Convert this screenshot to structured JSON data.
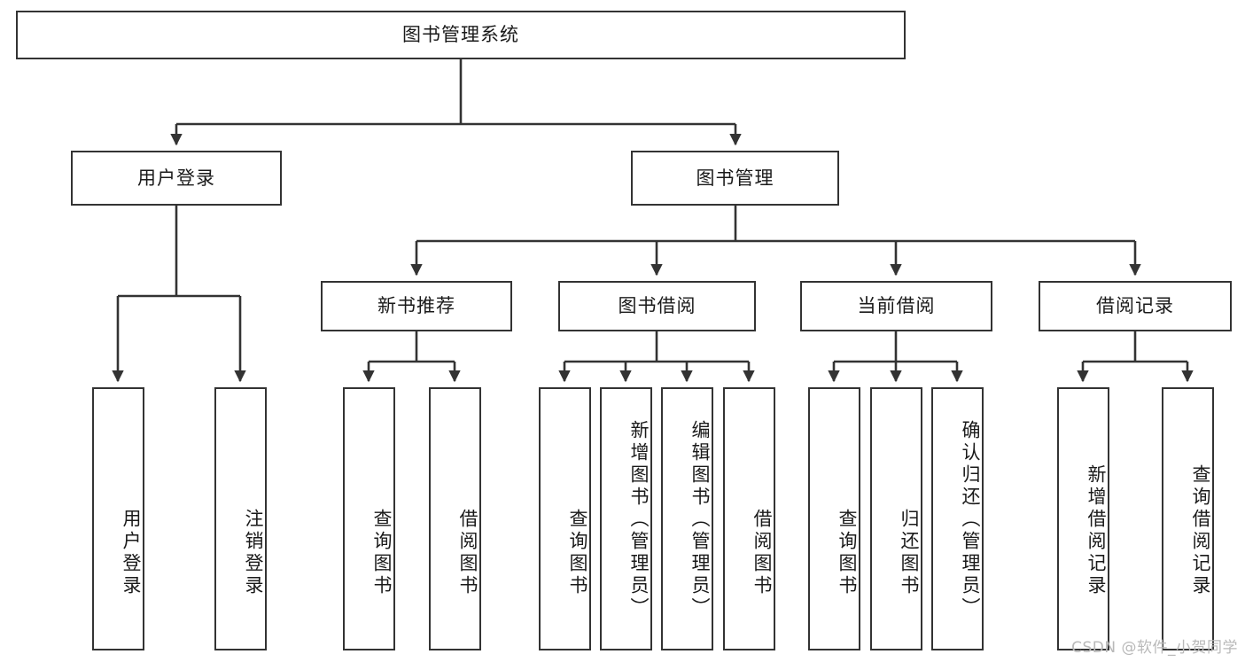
{
  "diagram": {
    "title": "图书管理系统",
    "type": "tree-hierarchy-diagram",
    "watermark": "CSDN @软件_小贺同学",
    "colors": {
      "border": "#333333",
      "background": "#ffffff",
      "text": "#1a1a1a",
      "watermark": "#b9b9b9"
    },
    "nodes": {
      "root": {
        "label": "图书管理系统"
      },
      "level2": [
        {
          "id": "user-login",
          "label": "用户登录"
        },
        {
          "id": "book-manage",
          "label": "图书管理"
        }
      ],
      "level3": [
        {
          "id": "new-book-recommend",
          "label": "新书推荐"
        },
        {
          "id": "book-borrow",
          "label": "图书借阅"
        },
        {
          "id": "current-borrow",
          "label": "当前借阅"
        },
        {
          "id": "borrow-record",
          "label": "借阅记录"
        }
      ],
      "leaves": [
        {
          "id": "leaf-user-login",
          "label": "用户登录",
          "parent": "user-login"
        },
        {
          "id": "leaf-logout-login",
          "label": "注销登录",
          "parent": "user-login"
        },
        {
          "id": "leaf-query-book-1",
          "label": "查询图书",
          "parent": "new-book-recommend"
        },
        {
          "id": "leaf-borrow-book-1",
          "label": "借阅图书",
          "parent": "new-book-recommend"
        },
        {
          "id": "leaf-query-book-2",
          "label": "查询图书",
          "parent": "book-borrow"
        },
        {
          "id": "leaf-add-book",
          "label": "新增图书（管理员）",
          "parent": "book-borrow"
        },
        {
          "id": "leaf-edit-book",
          "label": "编辑图书（管理员）",
          "parent": "book-borrow"
        },
        {
          "id": "leaf-borrow-book-2",
          "label": "借阅图书",
          "parent": "book-borrow"
        },
        {
          "id": "leaf-query-book-3",
          "label": "查询图书",
          "parent": "current-borrow"
        },
        {
          "id": "leaf-return-book",
          "label": "归还图书",
          "parent": "current-borrow"
        },
        {
          "id": "leaf-confirm-return",
          "label": "确认归还（管理员）",
          "parent": "current-borrow"
        },
        {
          "id": "leaf-add-record",
          "label": "新增借阅记录",
          "parent": "borrow-record"
        },
        {
          "id": "leaf-query-record",
          "label": "查询借阅记录",
          "parent": "borrow-record"
        }
      ]
    }
  }
}
